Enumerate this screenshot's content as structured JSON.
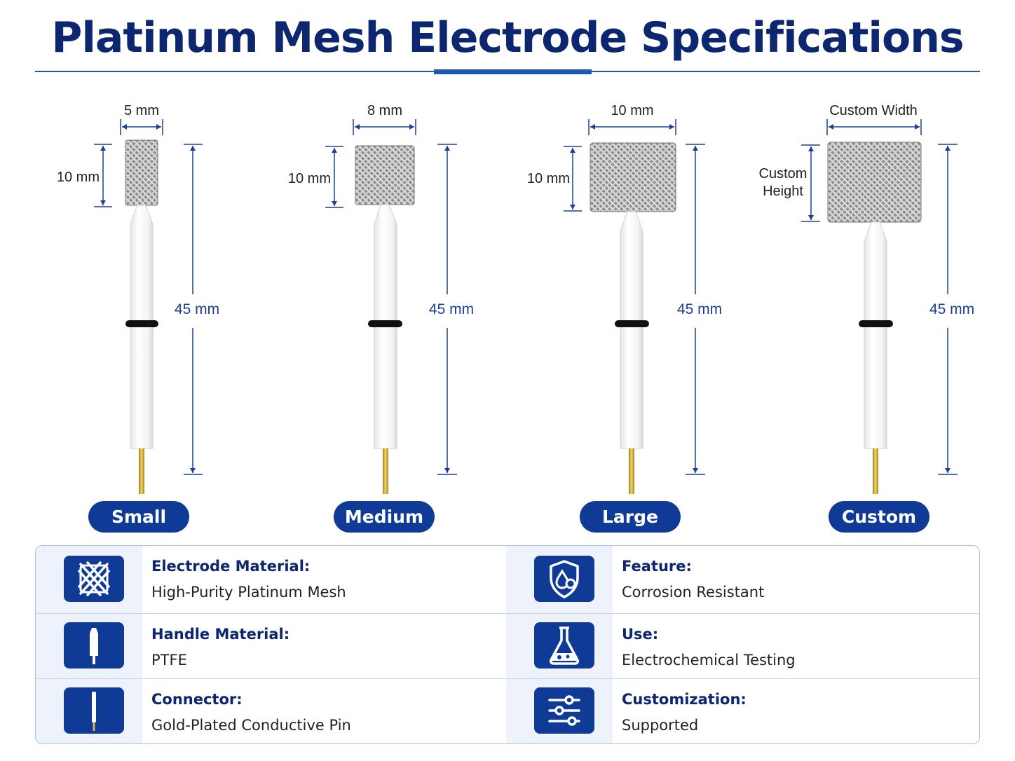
{
  "title": "Platinum Mesh Electrode Specifications",
  "variants": [
    {
      "name": "Small",
      "width_label": "5 mm",
      "height_label": "10 mm",
      "length_label": "45 mm",
      "mesh_width_mm": 5,
      "mesh_height_mm": 10
    },
    {
      "name": "Medium",
      "width_label": "8 mm",
      "height_label": "10 mm",
      "length_label": "45 mm",
      "mesh_width_mm": 8,
      "mesh_height_mm": 10
    },
    {
      "name": "Large",
      "width_label": "10 mm",
      "height_label": "10 mm",
      "length_label": "45 mm",
      "mesh_width_mm": 10,
      "mesh_height_mm": 10
    },
    {
      "name": "Custom",
      "width_label": "Custom Width",
      "height_label_line1": "Custom",
      "height_label_line2": "Height",
      "length_label": "45 mm"
    }
  ],
  "specs": [
    {
      "icon": "mesh-icon",
      "label": "Electrode Material:",
      "value": "High-Purity Platinum Mesh"
    },
    {
      "icon": "shield-droplet-icon",
      "label": "Feature:",
      "value": "Corrosion Resistant"
    },
    {
      "icon": "ptfe-rod-icon",
      "label": "Handle Material:",
      "value": "PTFE"
    },
    {
      "icon": "flask-icon",
      "label": "Use:",
      "value": "Electrochemical Testing"
    },
    {
      "icon": "pin-icon",
      "label": "Connector:",
      "value": "Gold-Plated Conductive Pin"
    },
    {
      "icon": "sliders-icon",
      "label": "Customization:",
      "value": "Supported"
    }
  ],
  "colors": {
    "brand": "#0f3b97",
    "title": "#0d2670",
    "accent_line": "#1f57b8",
    "gold": "#c9a227",
    "icon_bg": "#eef3fb"
  }
}
